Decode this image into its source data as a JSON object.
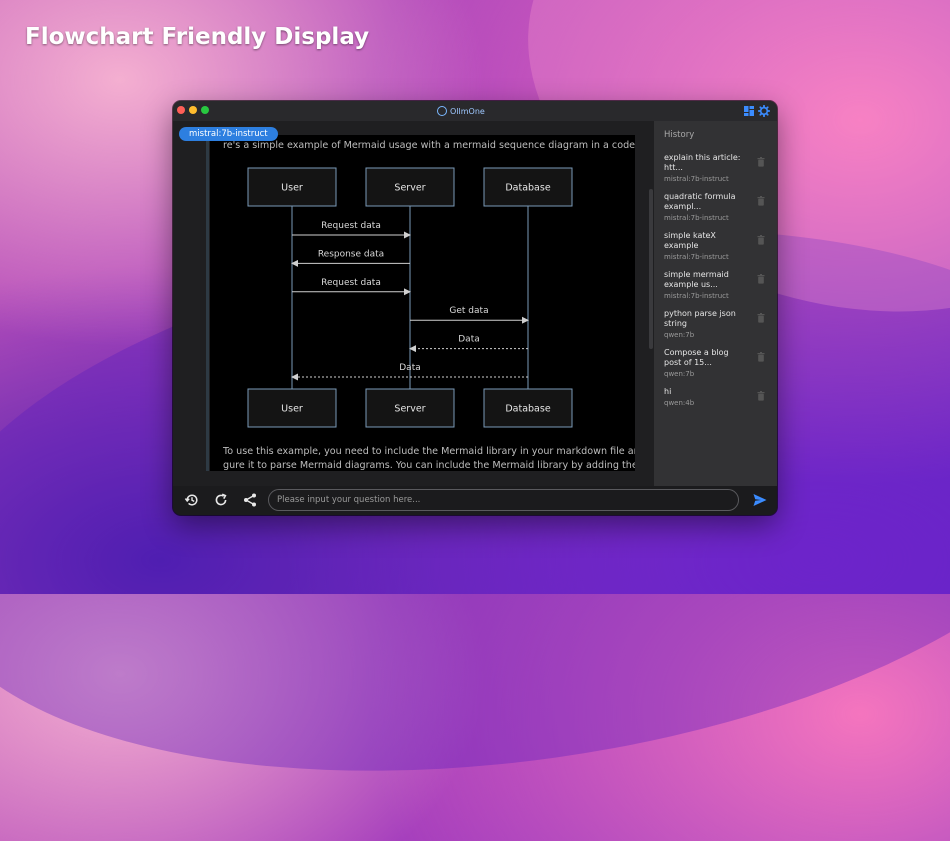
{
  "headline": "Flowchart Friendly Display",
  "app": {
    "name": "OllmOne"
  },
  "chat": {
    "model_badge": "mistral:7b-instruct",
    "para_top": "re's a simple example of Mermaid usage with a mermaid sequence diagram in a code block:",
    "para_bottom_1": "To use this example, you need to include the Mermaid library in your markdown file and confi",
    "para_bottom_2": "gure it to parse Mermaid diagrams. You can include the Mermaid library by adding the followi"
  },
  "diagram": {
    "actors": [
      "User",
      "Server",
      "Database"
    ],
    "messages": [
      {
        "label": "Request data",
        "from": "User",
        "to": "Server",
        "style": "solid"
      },
      {
        "label": "Response data",
        "from": "Server",
        "to": "User",
        "style": "solid"
      },
      {
        "label": "Request data",
        "from": "User",
        "to": "Server",
        "style": "solid"
      },
      {
        "label": "Get data",
        "from": "Server",
        "to": "Database",
        "style": "solid"
      },
      {
        "label": "Data",
        "from": "Database",
        "to": "Server",
        "style": "dotted"
      },
      {
        "label": "Data",
        "from": "Database",
        "to": "User",
        "style": "dotted"
      }
    ]
  },
  "sidebar": {
    "title": "History",
    "items": [
      {
        "title": "explain this article: htt...",
        "model": "mistral:7b-instruct"
      },
      {
        "title": "quadratic formula exampl...",
        "model": "mistral:7b-instruct"
      },
      {
        "title": "simple kateX example",
        "model": "mistral:7b-instruct"
      },
      {
        "title": "simple mermaid example us...",
        "model": "mistral:7b-instruct"
      },
      {
        "title": "python parse json string",
        "model": "qwen:7b"
      },
      {
        "title": "Compose a blog post of 15...",
        "model": "qwen:7b"
      },
      {
        "title": "hi",
        "model": "qwen:4b"
      }
    ]
  },
  "input": {
    "placeholder": "Please input your question here...",
    "value": ""
  },
  "icons": {
    "history": "history-icon",
    "refresh": "refresh-icon",
    "share": "share-icon",
    "send": "send-icon",
    "trash": "trash-icon",
    "layout": "layout-icon",
    "settings": "gear-icon"
  },
  "colors": {
    "accent": "#2d7fe0",
    "window_bg": "#1f1f21",
    "sidebar_bg": "#323234",
    "diagram_stroke": "#7a9ab8"
  }
}
